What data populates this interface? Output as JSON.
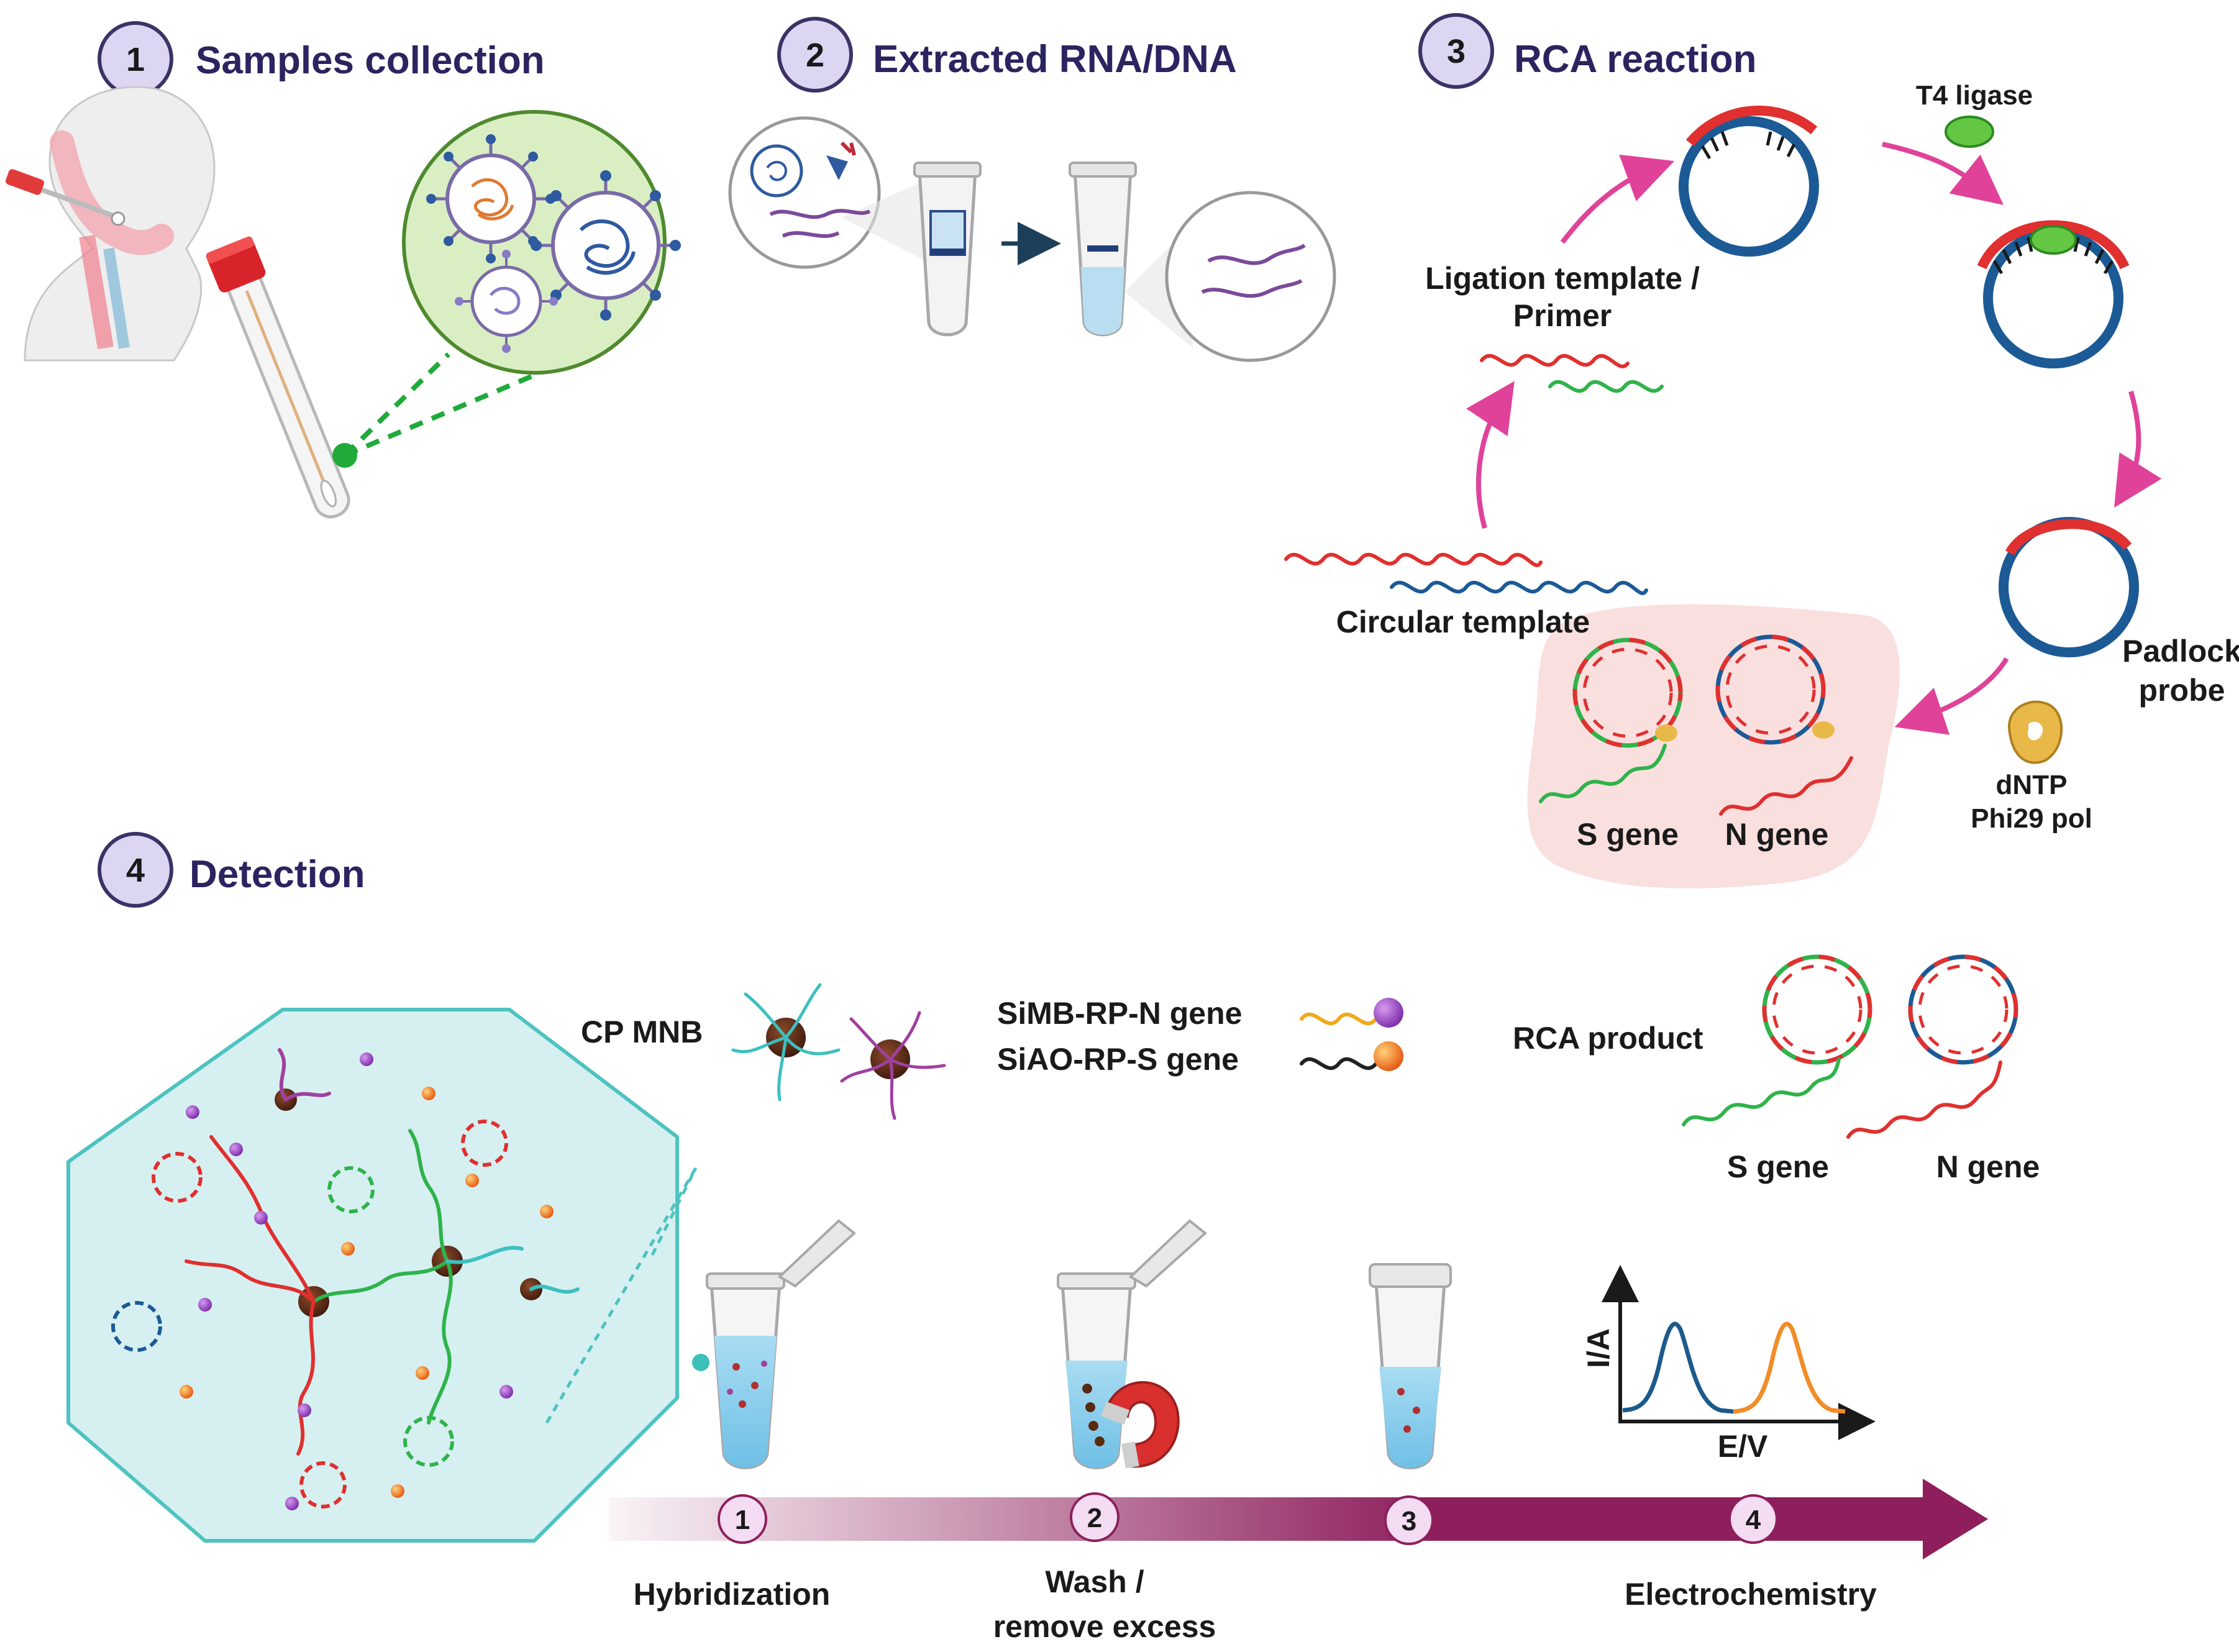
{
  "steps": [
    {
      "num": "1",
      "title": "Samples collection"
    },
    {
      "num": "2",
      "title": "Extracted RNA/DNA"
    },
    {
      "num": "3",
      "title": "RCA reaction"
    },
    {
      "num": "4",
      "title": "Detection"
    }
  ],
  "rca": {
    "t4_ligase": "T4 ligase",
    "ligation_line1": "Ligation template /",
    "ligation_line2": "Primer",
    "circular_template": "Circular template",
    "padlock_line1": "Padlock",
    "padlock_line2": "probe",
    "dntp_line1": "dNTP",
    "dntp_line2": "Phi29 pol",
    "s_gene": "S gene",
    "n_gene": "N gene"
  },
  "detection": {
    "cp_mnb": "CP MNB",
    "simb": "SiMB-RP-N gene",
    "siao": "SiAO-RP-S gene",
    "rca_product": "RCA product",
    "s_gene": "S gene",
    "n_gene": "N gene",
    "y_axis": "I/A",
    "x_axis": "E/V",
    "timeline": [
      {
        "num": "1",
        "line1": "Hybridization",
        "line2": ""
      },
      {
        "num": "2",
        "line1": "Wash /",
        "line2": "remove excess"
      },
      {
        "num": "3",
        "line1": "",
        "line2": ""
      },
      {
        "num": "4",
        "line1": "Electrochemistry",
        "line2": ""
      }
    ]
  },
  "colors": {
    "title": "#2b2460",
    "badge_fill": "#ddd6f3",
    "badge_stroke": "#3a3366",
    "dna_red": "#e0302f",
    "dna_green": "#2fb34a",
    "dna_blue": "#1c5a96",
    "arrow_pink": "#e0429a",
    "timeline": "#8e1f5c",
    "cv_blue": "#1c5a8c",
    "cv_orange": "#f28c28"
  }
}
